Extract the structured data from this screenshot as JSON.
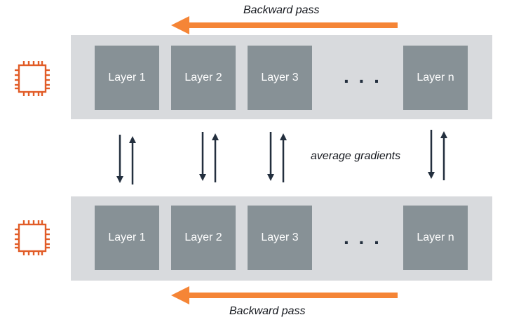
{
  "top_caption": "Backward pass",
  "bottom_caption": "Backward pass",
  "middle_caption": "average gradients",
  "ellipsis": ". . .",
  "top_row": {
    "layers": [
      "Layer 1",
      "Layer 2",
      "Layer 3",
      "Layer n"
    ]
  },
  "bottom_row": {
    "layers": [
      "Layer 1",
      "Layer 2",
      "Layer 3",
      "Layer n"
    ]
  },
  "icons": {
    "device": "chip-icon"
  },
  "colors": {
    "accent": "#f58536",
    "chip": "#e15c27",
    "band": "#d8dadd",
    "layer": "#879196",
    "arrow_dark": "#232f3e"
  }
}
